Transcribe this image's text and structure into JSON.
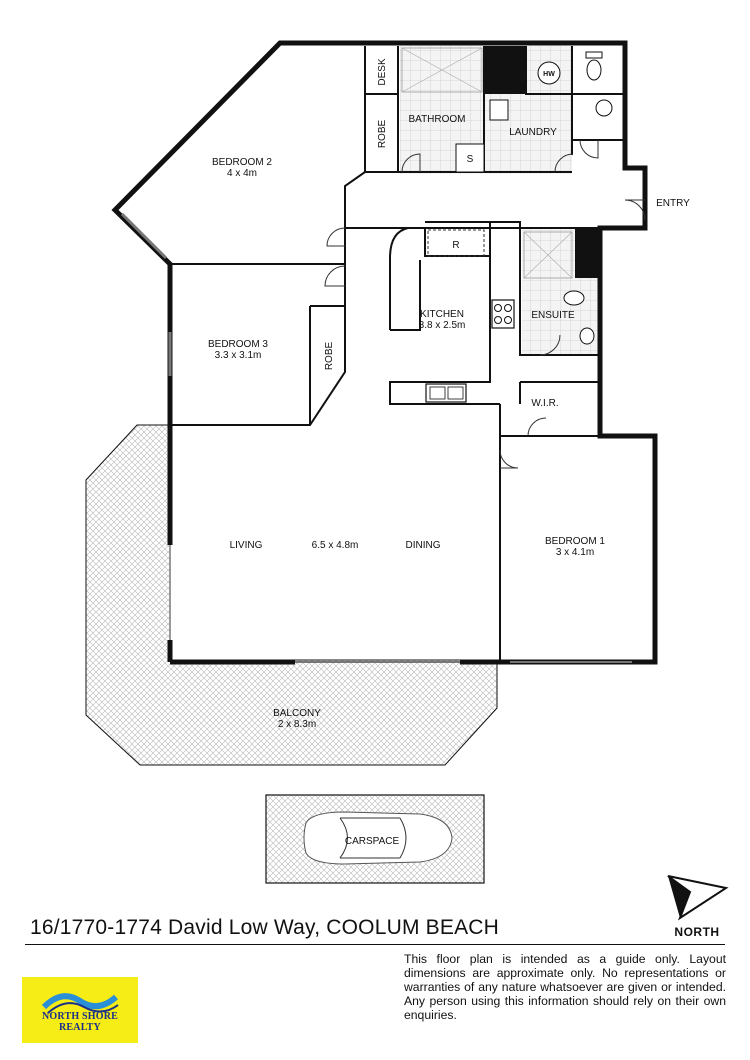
{
  "rooms": {
    "bedroom2": {
      "name": "BEDROOM 2",
      "size": "4 x 4m"
    },
    "bedroom3": {
      "name": "BEDROOM 3",
      "size": "3.3 x 3.1m"
    },
    "kitchen": {
      "name": "KITCHEN",
      "size": "3.8 x 2.5m"
    },
    "living": {
      "name": "LIVING"
    },
    "living_dining_size": "6.5 x 4.8m",
    "dining": {
      "name": "DINING"
    },
    "bedroom1": {
      "name": "BEDROOM 1",
      "size": "3 x 4.1m"
    },
    "balcony": {
      "name": "BALCONY",
      "size": "2 x 8.3m"
    },
    "carspace": {
      "name": "CARSPACE"
    },
    "bathroom": {
      "name": "BATHROOM"
    },
    "laundry": {
      "name": "LAUNDRY"
    },
    "ensuite": {
      "name": "ENSUITE"
    },
    "wir": {
      "name": "W.I.R."
    },
    "desk": {
      "name": "DESK"
    },
    "robe_b2": {
      "name": "ROBE"
    },
    "robe_b3": {
      "name": "ROBE"
    },
    "entry": {
      "name": "ENTRY"
    },
    "hw": {
      "name": "HW"
    },
    "s": {
      "name": "S"
    },
    "r": {
      "name": "R"
    }
  },
  "address": "16/1770-1774 David Low Way, COOLUM BEACH",
  "disclaimer": "This floor plan is intended as a guide only. Layout dimensions are approximate only. No representations or warranties of any nature whatsoever are given or intended. Any person using this information should rely on their own enquiries.",
  "logo": {
    "text": "NORTH SHORE REALTY",
    "colors": {
      "background": "#f6ec16",
      "text": "#1a2f8a",
      "accent": "#2a8fd6"
    }
  },
  "north": {
    "label": "NORTH"
  }
}
